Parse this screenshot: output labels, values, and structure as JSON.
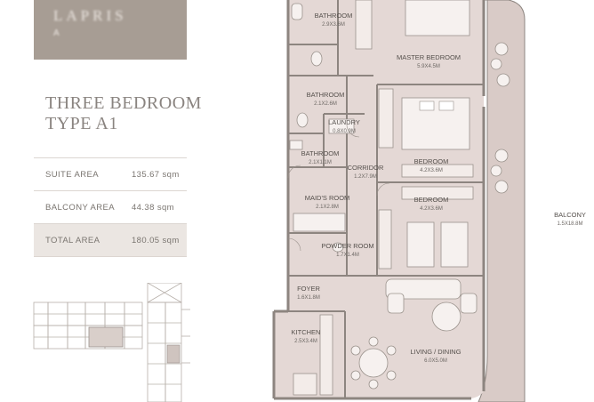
{
  "brand": {
    "logo_line1": "LAPRIS",
    "logo_line2": "A"
  },
  "unit": {
    "title_line1": "THREE BEDROOM",
    "title_line2": "TYPE A1"
  },
  "areas": [
    {
      "label": "SUITE AREA",
      "value": "135.67 sqm"
    },
    {
      "label": "BALCONY AREA",
      "value": "44.38 sqm"
    },
    {
      "label": "TOTAL AREA",
      "value": "180.05 sqm"
    }
  ],
  "rooms": [
    {
      "name": "BATHROOM",
      "dims": "2.9X3.6M"
    },
    {
      "name": "MASTER BEDROOM",
      "dims": "5.9X4.5M"
    },
    {
      "name": "BATHROOM",
      "dims": "2.1X2.6M"
    },
    {
      "name": "LAUNDRY",
      "dims": "0.8X0.9M"
    },
    {
      "name": "BATHROOM",
      "dims": "2.1X1.1M"
    },
    {
      "name": "CORRIDOR",
      "dims": "1.2X7.9M"
    },
    {
      "name": "BEDROOM",
      "dims": "4.2X3.6M"
    },
    {
      "name": "BEDROOM",
      "dims": "4.2X3.6M"
    },
    {
      "name": "MAID'S ROOM",
      "dims": "2.1X2.8M"
    },
    {
      "name": "BALCONY",
      "dims": "1.5X18.8M"
    },
    {
      "name": "POWDER ROOM",
      "dims": "1.7X1.4M"
    },
    {
      "name": "FOYER",
      "dims": "1.6X1.8M"
    },
    {
      "name": "KITCHEN",
      "dims": "2.5X3.4M"
    },
    {
      "name": "LIVING / DINING",
      "dims": "6.0X5.0M"
    }
  ],
  "colors": {
    "logo_bg": "#a79d94",
    "floor": "#e4d8d5",
    "wall": "#8d8580",
    "balcony": "#d9cbc7",
    "total_row": "#ebe6e2"
  }
}
